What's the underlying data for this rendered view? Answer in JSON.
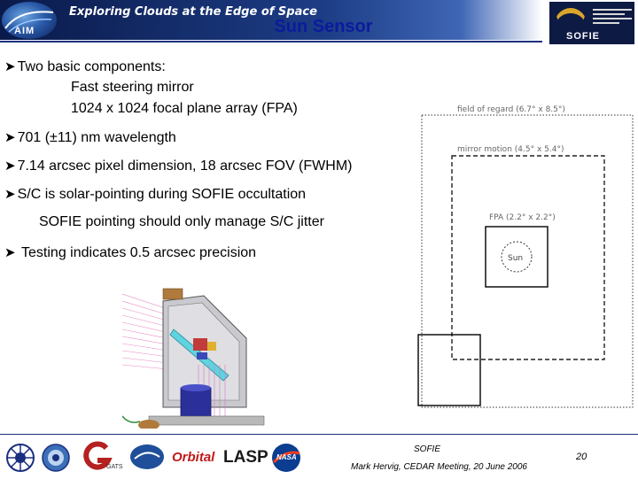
{
  "header": {
    "banner_title": "Exploring Clouds at the Edge of Space",
    "aim_logo_text": "AIM",
    "slide_title": "Sun Sensor",
    "sofie_logo_text": "SOFIE"
  },
  "bullets": {
    "components_heading": "Two basic components:",
    "component_1": "Fast steering mirror",
    "component_2": "1024 x 1024 focal plane array (FPA)",
    "wavelength": "701 (±11) nm wavelength",
    "pixel": "7.14 arcsec pixel dimension, 18 arcsec FOV (FWHM)",
    "pointing": "S/C is solar-pointing during SOFIE occultation",
    "pointing_sub": "SOFIE pointing should only manage S/C jitter",
    "testing": "Testing indicates 0.5 arcsec precision"
  },
  "fov_diagram": {
    "field_of_regard_label": "field of regard (6.7° x 8.5°)",
    "mirror_motion_label": "mirror motion (4.5° x 5.4°)",
    "fpa_label": "FPA (2.2° x 2.2°)",
    "sun_label": "Sun"
  },
  "footer": {
    "logos": [
      "ssl-logo",
      "university-seal-logo",
      "gats-logo",
      "vehicle-logo",
      "orbital-logo",
      "lasp-logo",
      "nasa-logo"
    ],
    "gats_text": "GATS",
    "orbital_text": "Orbital",
    "lasp_text": "LASP",
    "nasa_text": "NASA",
    "sofie": "SOFIE",
    "author": "Mark Hervig, CEDAR Meeting, 20 June 2006",
    "page_number": "20"
  },
  "colors": {
    "title": "#0b1b9c",
    "banner_dark": "#0a1a4a",
    "sofie_gold": "#d9a52a"
  }
}
